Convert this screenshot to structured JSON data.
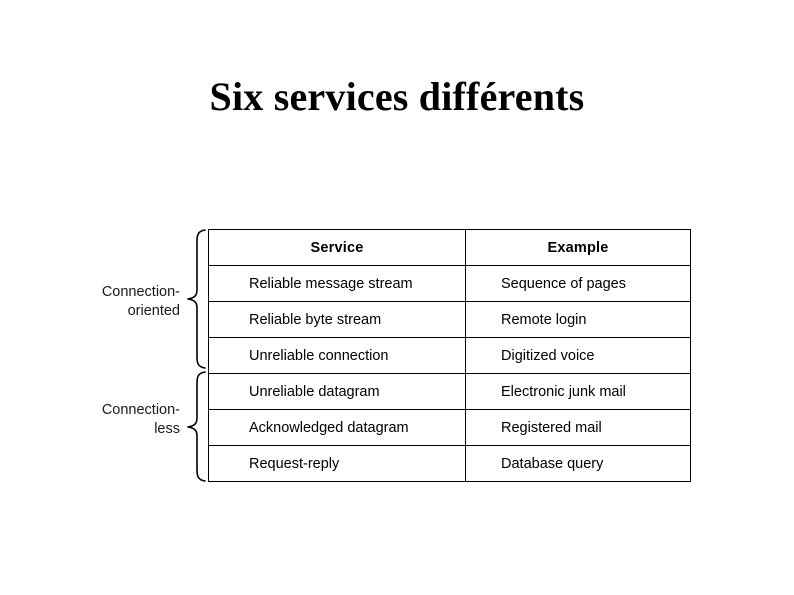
{
  "slide": {
    "title": "Six services différents"
  },
  "figure": {
    "groups": [
      {
        "name": "connection-oriented",
        "label_lines": [
          "Connection-",
          "oriented"
        ],
        "brace_icon": "curly-brace-left-icon",
        "row_span": [
          0,
          2
        ]
      },
      {
        "name": "connectionless",
        "label_lines": [
          "Connection-",
          "less"
        ],
        "brace_icon": "curly-brace-left-icon",
        "row_span": [
          3,
          5
        ]
      }
    ],
    "table": {
      "headers": [
        "Service",
        "Example"
      ],
      "rows": [
        [
          "Reliable message stream",
          "Sequence of pages"
        ],
        [
          "Reliable byte stream",
          "Remote login"
        ],
        [
          "Unreliable connection",
          "Digitized voice"
        ],
        [
          "Unreliable datagram",
          "Electronic junk mail"
        ],
        [
          "Acknowledged datagram",
          "Registered mail"
        ],
        [
          "Request-reply",
          "Database query"
        ]
      ]
    }
  },
  "colors": {
    "text": "#000000",
    "label_text": "#1a1a1a",
    "border": "#000000",
    "border_light": "#9a9a9a",
    "background": "#ffffff"
  }
}
